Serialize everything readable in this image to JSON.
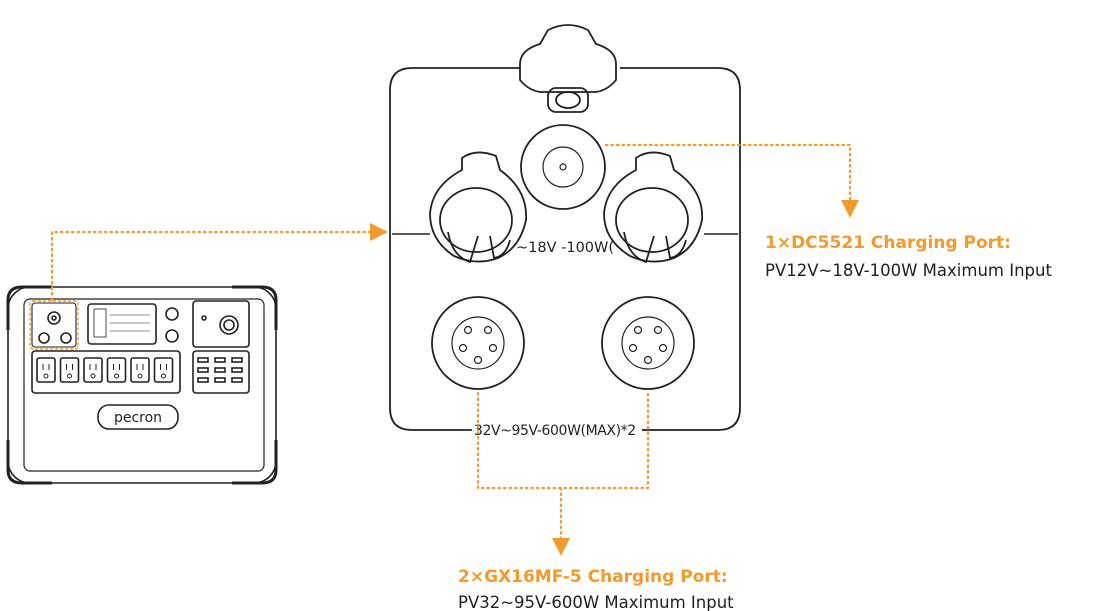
{
  "colors": {
    "accent": "#F39A2B",
    "line": "#222222",
    "text": "#1f1f1f"
  },
  "panel": {
    "dc_label": "~18V -100W(",
    "gx_label": "32V~95V-600W(MAX)*2"
  },
  "device": {
    "brand": "pecron",
    "ac_outlet_count": 6
  },
  "callouts": {
    "dc": {
      "title": "1×DC5521 Charging Port:",
      "desc": "PV12V~18V-100W Maximum Input"
    },
    "gx": {
      "title": "2×GX16MF-5 Charging Port:",
      "desc": "PV32~95V-600W Maximum Input"
    }
  }
}
